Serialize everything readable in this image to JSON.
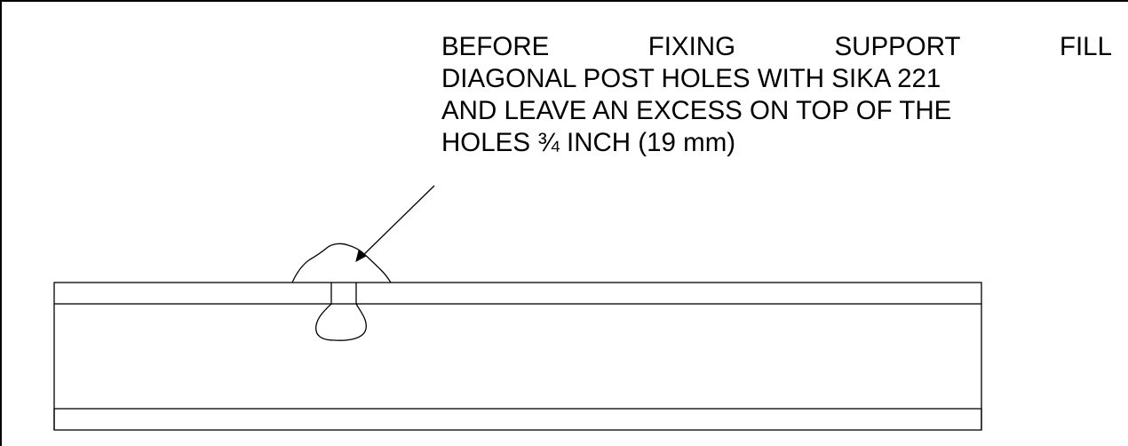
{
  "note": {
    "line1_words": [
      "BEFORE",
      "FIXING",
      "SUPPORT",
      "FILL"
    ],
    "line2": "DIAGONAL POST HOLES WITH SIKA 221",
    "line3": "AND LEAVE AN EXCESS ON TOP OF THE",
    "line4": "HOLES ¾ INCH (19 mm)"
  }
}
